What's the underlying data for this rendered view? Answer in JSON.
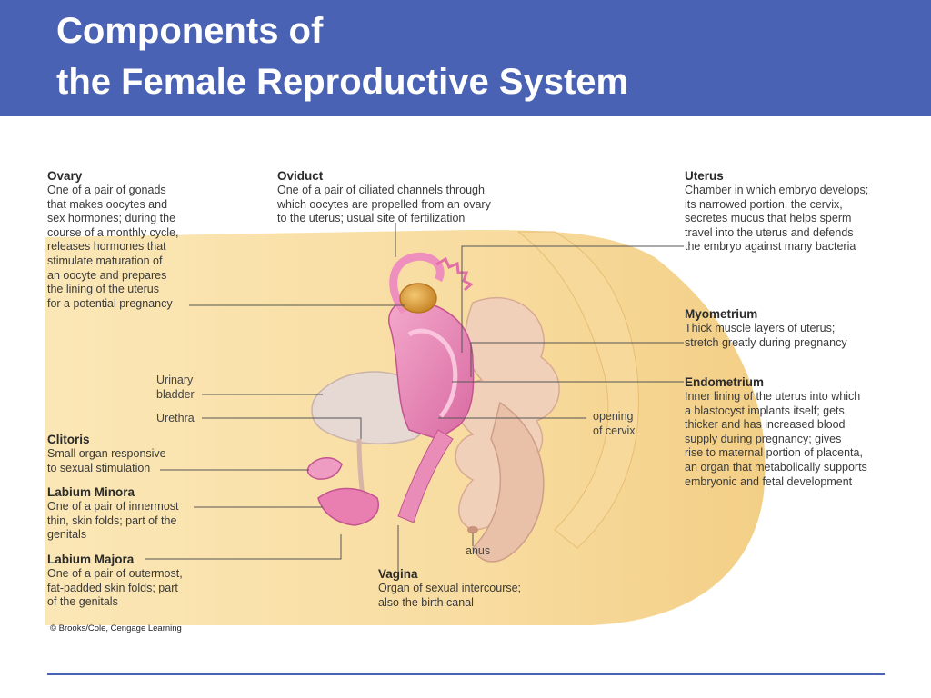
{
  "header": {
    "title_line1": "Components of",
    "title_line2": "the Female Reproductive System"
  },
  "labels": {
    "ovary": {
      "title": "Ovary",
      "desc": "One of a pair of gonads\nthat makes oocytes and\nsex hormones; during the\ncourse of a monthly cycle,\nreleases hormones that\nstimulate maturation of\nan oocyte and prepares\nthe lining of the uterus\nfor a potential pregnancy"
    },
    "oviduct": {
      "title": "Oviduct",
      "desc": "One of a pair of ciliated channels through\nwhich oocytes are propelled from an ovary\nto the uterus; usual site of fertilization"
    },
    "uterus": {
      "title": "Uterus",
      "desc": "Chamber in which embryo develops;\nits narrowed portion, the cervix,\nsecretes mucus that helps sperm\ntravel into the uterus and defends\nthe embryo against many bacteria"
    },
    "myometrium": {
      "title": "Myometrium",
      "desc": "Thick muscle layers of uterus;\nstretch greatly during pregnancy"
    },
    "endometrium": {
      "title": "Endometrium",
      "desc": "Inner lining of the uterus into which\na blastocyst implants itself; gets\nthicker and has increased blood\nsupply during pregnancy; gives\nrise to maternal portion of placenta,\nan organ that metabolically supports\nembryonic and fetal development"
    },
    "clitoris": {
      "title": "Clitoris",
      "desc": "Small organ responsive\nto sexual stimulation"
    },
    "labium_minora": {
      "title": "Labium Minora",
      "desc": "One of a pair of innermost\nthin, skin folds; part of the\ngenitals"
    },
    "labium_majora": {
      "title": "Labium Majora",
      "desc": "One of a pair of outermost,\nfat-padded skin folds; part\nof the genitals"
    },
    "vagina": {
      "title": "Vagina",
      "desc": "Organ of sexual intercourse;\nalso the birth canal"
    },
    "urinary_bladder": "Urinary\nbladder",
    "urethra": "Urethra",
    "opening_of_cervix": "opening\nof cervix",
    "anus": "anus"
  },
  "credit": "© Brooks/Cole, Cengage Learning",
  "colors": {
    "header_bg": "#4a62b4",
    "skin": "#f8dea0",
    "tissue_pink": "#e98fba",
    "bladder": "#e4d6d0",
    "ovary": "#e0a040"
  }
}
